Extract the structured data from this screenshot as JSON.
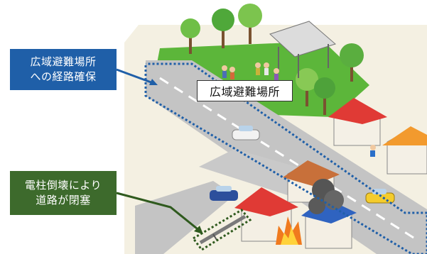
{
  "callouts": {
    "route": {
      "line1": "広域避難場所",
      "line2": "への経路確保",
      "color": "#1f5fa8"
    },
    "blocked": {
      "line1": "電柱倒壊により",
      "line2": "道路が閉塞",
      "color": "#3d6a2c"
    }
  },
  "shelter_label": "広域避難場所",
  "colors": {
    "route_outline": "#1f5fa8",
    "blocked_outline": "#2f5a1e",
    "park": "#5db53c",
    "road": "#bdbdbd",
    "ground": "#f3efe0"
  }
}
